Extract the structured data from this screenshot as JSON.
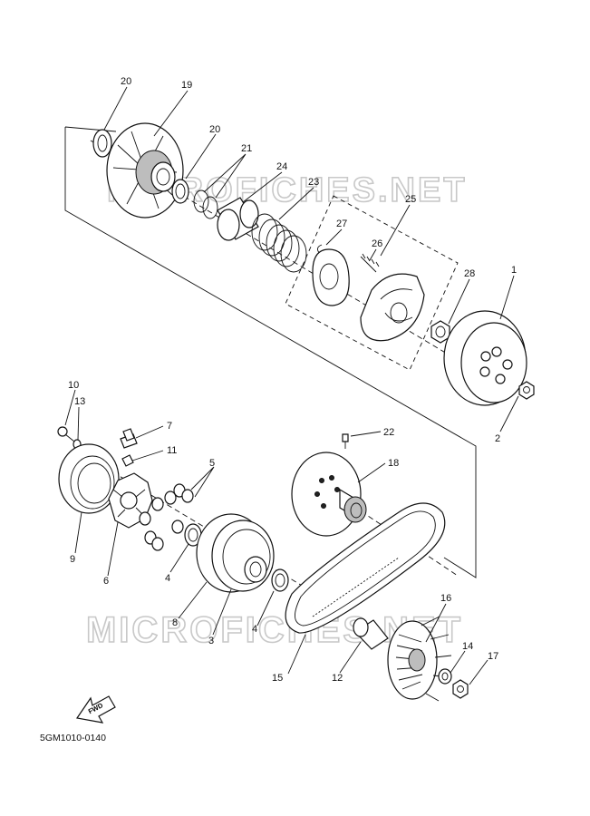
{
  "watermark": "MICROFICHES.NET",
  "diagram_code": "5GM1010-0140",
  "fwd_badge": "FWD",
  "callouts": {
    "p1": "1",
    "p2": "2",
    "p3": "3",
    "p4a": "4",
    "p4b": "4",
    "p5": "5",
    "p6": "6",
    "p7": "7",
    "p8": "8",
    "p9": "9",
    "p10": "10",
    "p11": "11",
    "p12": "12",
    "p13": "13",
    "p14": "14",
    "p15": "15",
    "p16": "16",
    "p17": "17",
    "p18": "18",
    "p19": "19",
    "p20a": "20",
    "p20b": "20",
    "p21": "21",
    "p22": "22",
    "p23": "23",
    "p24": "24",
    "p25": "25",
    "p26": "26",
    "p27": "27",
    "p28": "28"
  }
}
